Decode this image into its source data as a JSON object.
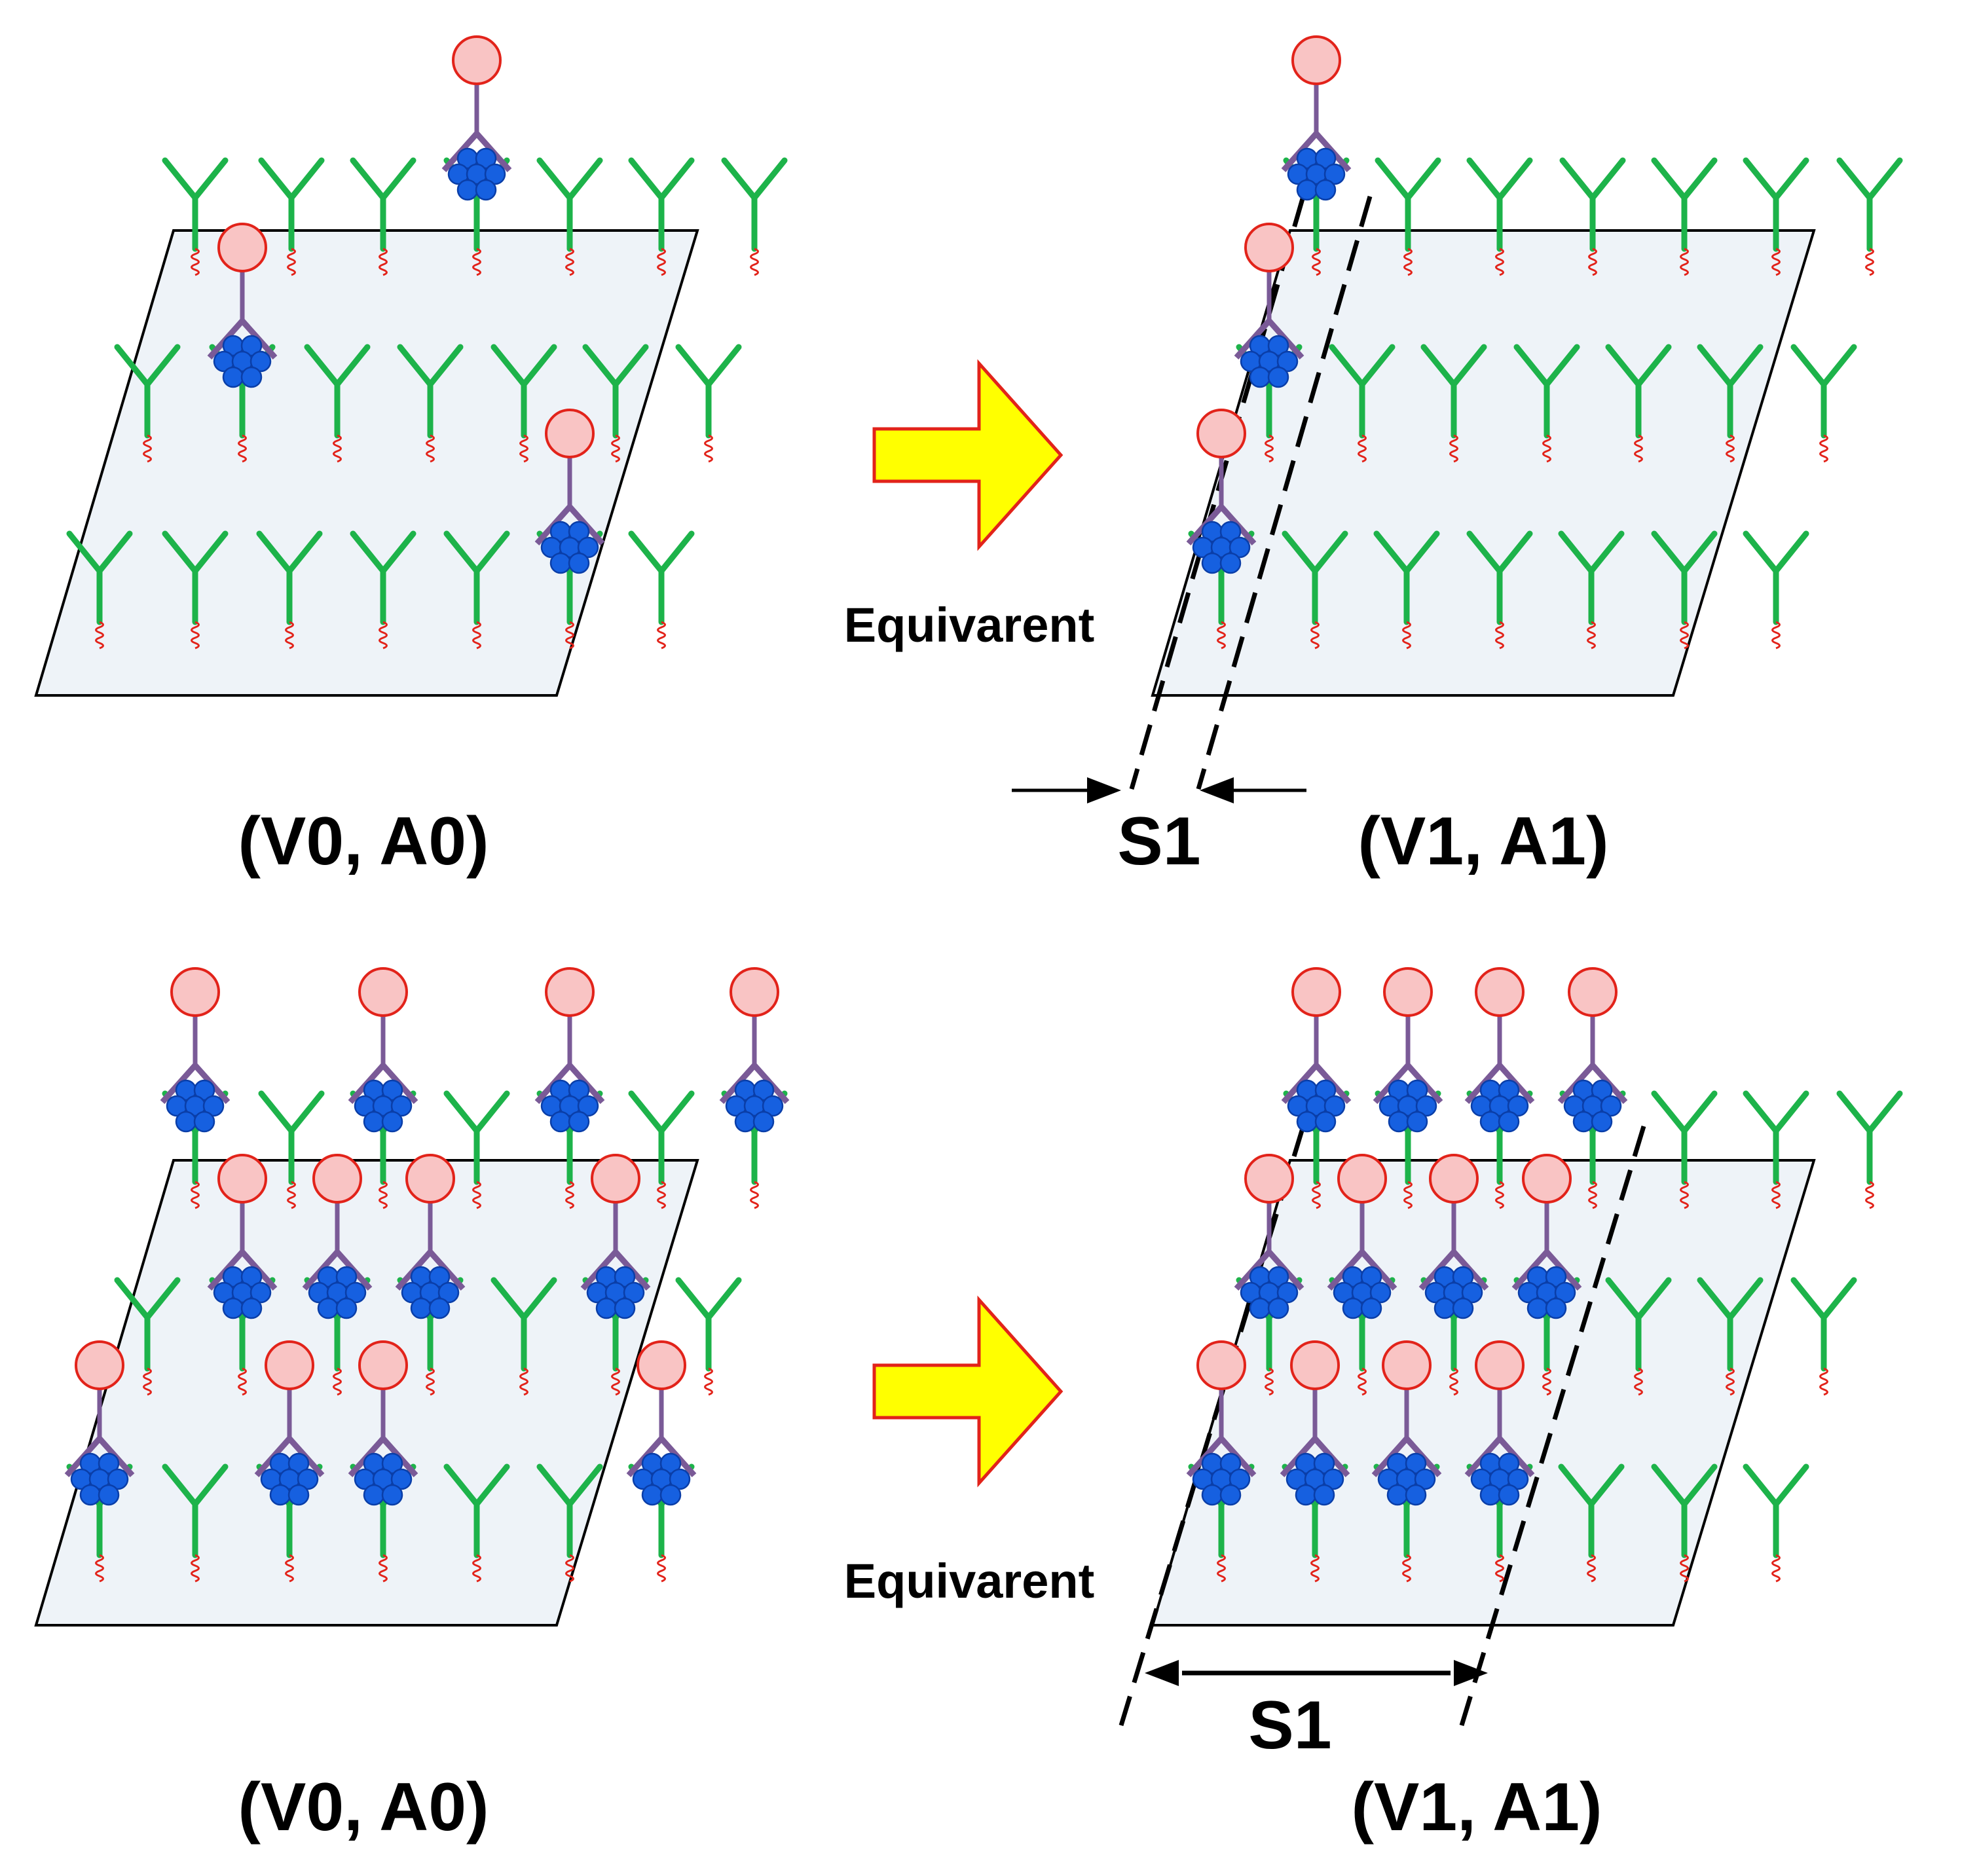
{
  "colors": {
    "substrate_fill": "#eef3f8",
    "substrate_stroke": "#000000",
    "antibody": "#1db34a",
    "linker": "#e2231a",
    "particle_fill": "#f9c4c4",
    "particle_stroke": "#e2231a",
    "stem": "#7a5a97",
    "cluster": "#1660e0",
    "arrow_fill": "#ffff00",
    "arrow_stroke": "#e2231a"
  },
  "icons": {
    "arrow": "block-arrow-right-icon",
    "particle": "sphere-icon",
    "antibody": "y-antibody-icon",
    "cluster": "bead-cluster-icon"
  },
  "labels": {
    "top_left": "(V0, A0)",
    "top_right": "(V1, A1)",
    "bottom_left": "(V0, A0)",
    "bottom_right": "(V1, A1)",
    "top_equiv": "Equivarent",
    "bottom_equiv": "Equivarent",
    "top_s1": "S1",
    "bottom_s1": "S1"
  }
}
